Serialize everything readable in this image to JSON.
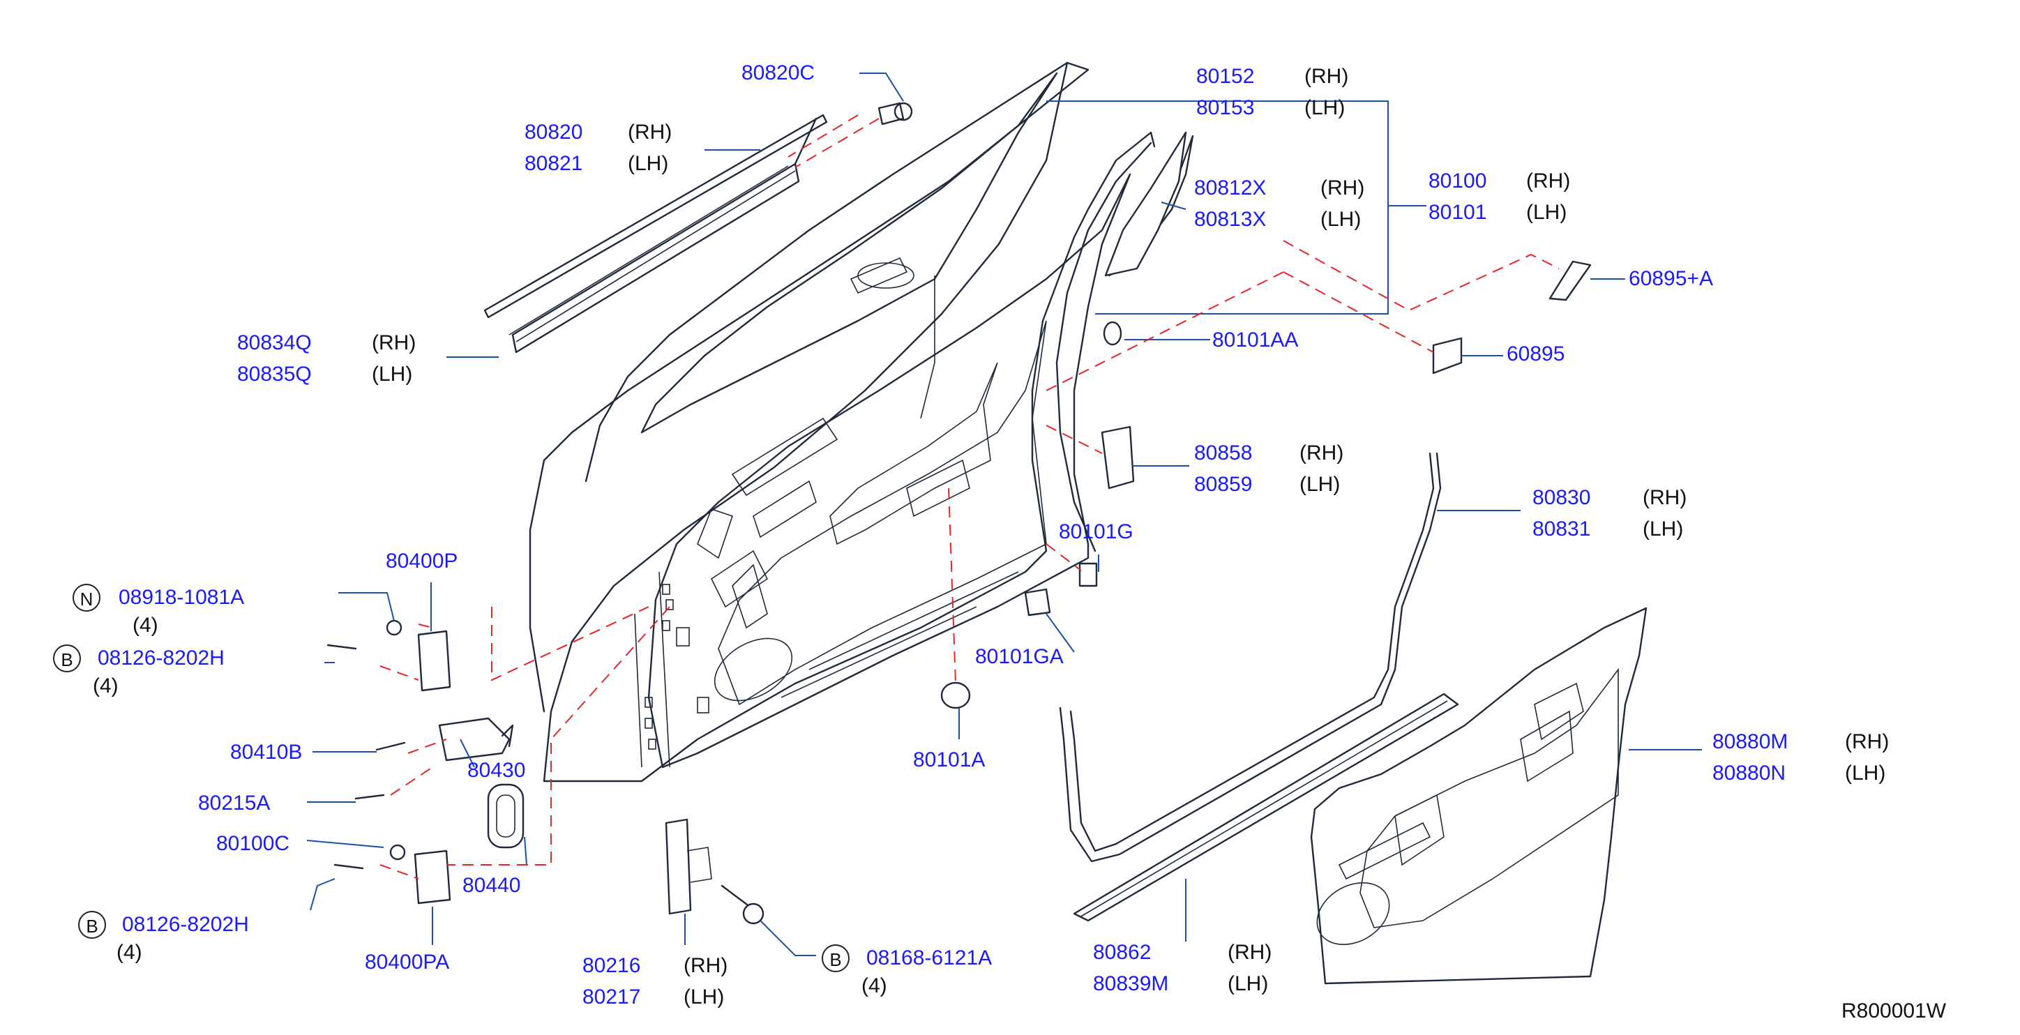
{
  "diagram": {
    "code": "R800001W",
    "labels": [
      {
        "id": "l1",
        "part": "80820C"
      },
      {
        "id": "l2",
        "part": "80820",
        "side": "(RH)"
      },
      {
        "id": "l3",
        "part": "80821",
        "side": "(LH)"
      },
      {
        "id": "l4",
        "part": "80152",
        "side": "(RH)"
      },
      {
        "id": "l5",
        "part": "80153",
        "side": "(LH)"
      },
      {
        "id": "l6",
        "part": "80812X",
        "side": "(RH)"
      },
      {
        "id": "l7",
        "part": "80813X",
        "side": "(LH)"
      },
      {
        "id": "l8",
        "part": "80100",
        "side": "(RH)"
      },
      {
        "id": "l9",
        "part": "80101",
        "side": "(LH)"
      },
      {
        "id": "l10",
        "part": "60895+A"
      },
      {
        "id": "l11",
        "part": "80834Q",
        "side": "(RH)"
      },
      {
        "id": "l12",
        "part": "80835Q",
        "side": "(LH)"
      },
      {
        "id": "l13",
        "part": "80101AA"
      },
      {
        "id": "l14",
        "part": "60895"
      },
      {
        "id": "l15",
        "part": "80858",
        "side": "(RH)"
      },
      {
        "id": "l16",
        "part": "80859",
        "side": "(LH)"
      },
      {
        "id": "l17",
        "part": "80830",
        "side": "(RH)"
      },
      {
        "id": "l18",
        "part": "80831",
        "side": "(LH)"
      },
      {
        "id": "l19",
        "part": "80101G"
      },
      {
        "id": "l20",
        "part": "80400P"
      },
      {
        "id": "l21",
        "part": "08918-1081A",
        "marker": "N",
        "qty": "(4)"
      },
      {
        "id": "l22",
        "part": "08126-8202H",
        "marker": "B",
        "qty": "(4)"
      },
      {
        "id": "l23",
        "part": "80101GA"
      },
      {
        "id": "l24",
        "part": "80410B"
      },
      {
        "id": "l25",
        "part": "80430"
      },
      {
        "id": "l26",
        "part": "80215A"
      },
      {
        "id": "l27",
        "part": "80101A"
      },
      {
        "id": "l28",
        "part": "80880M",
        "side": "(RH)"
      },
      {
        "id": "l29",
        "part": "80880N",
        "side": "(LH)"
      },
      {
        "id": "l30",
        "part": "80100C"
      },
      {
        "id": "l31",
        "part": "80440"
      },
      {
        "id": "l32",
        "part": "08126-8202H",
        "marker": "B",
        "qty": "(4)"
      },
      {
        "id": "l33",
        "part": "80400PA"
      },
      {
        "id": "l34",
        "part": "80216",
        "side": "(RH)"
      },
      {
        "id": "l35",
        "part": "80217",
        "side": "(LH)"
      },
      {
        "id": "l36",
        "part": "08168-6121A",
        "marker": "B",
        "qty": "(4)"
      },
      {
        "id": "l37",
        "part": "80862",
        "side": "(RH)"
      },
      {
        "id": "l38",
        "part": "80839M",
        "side": "(LH)"
      }
    ]
  }
}
